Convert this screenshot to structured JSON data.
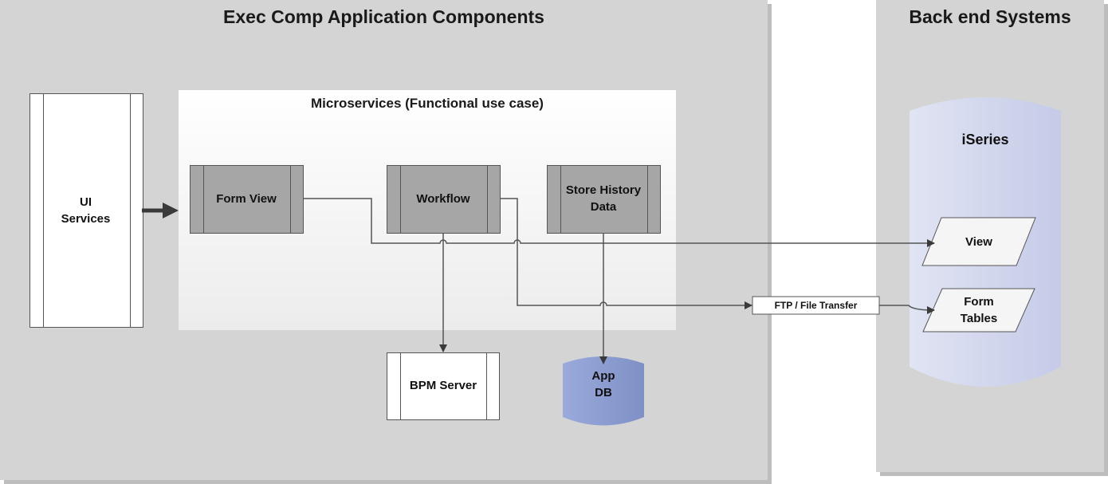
{
  "exec_comp": {
    "title": "Exec Comp Application Components"
  },
  "backend": {
    "title": "Back end Systems"
  },
  "ui_services": {
    "label": "UI\nServices"
  },
  "microservices": {
    "title": "Microservices (Functional use case)",
    "form_view": "Form View",
    "workflow": "Workflow",
    "store_history": "Store History\nData"
  },
  "bpm_server": {
    "label": "BPM Server"
  },
  "app_db": {
    "label": "App\nDB"
  },
  "ftp": {
    "label": "FTP / File Transfer"
  },
  "iseries": {
    "label": "iSeries",
    "view": "View",
    "form_tables": "Form\nTables"
  },
  "colors": {
    "panel": "#d4d4d4",
    "gray_box": "#a6a6a6",
    "db_blue": "#8fa0d4",
    "iseries_fill": "#d4d9ee"
  }
}
